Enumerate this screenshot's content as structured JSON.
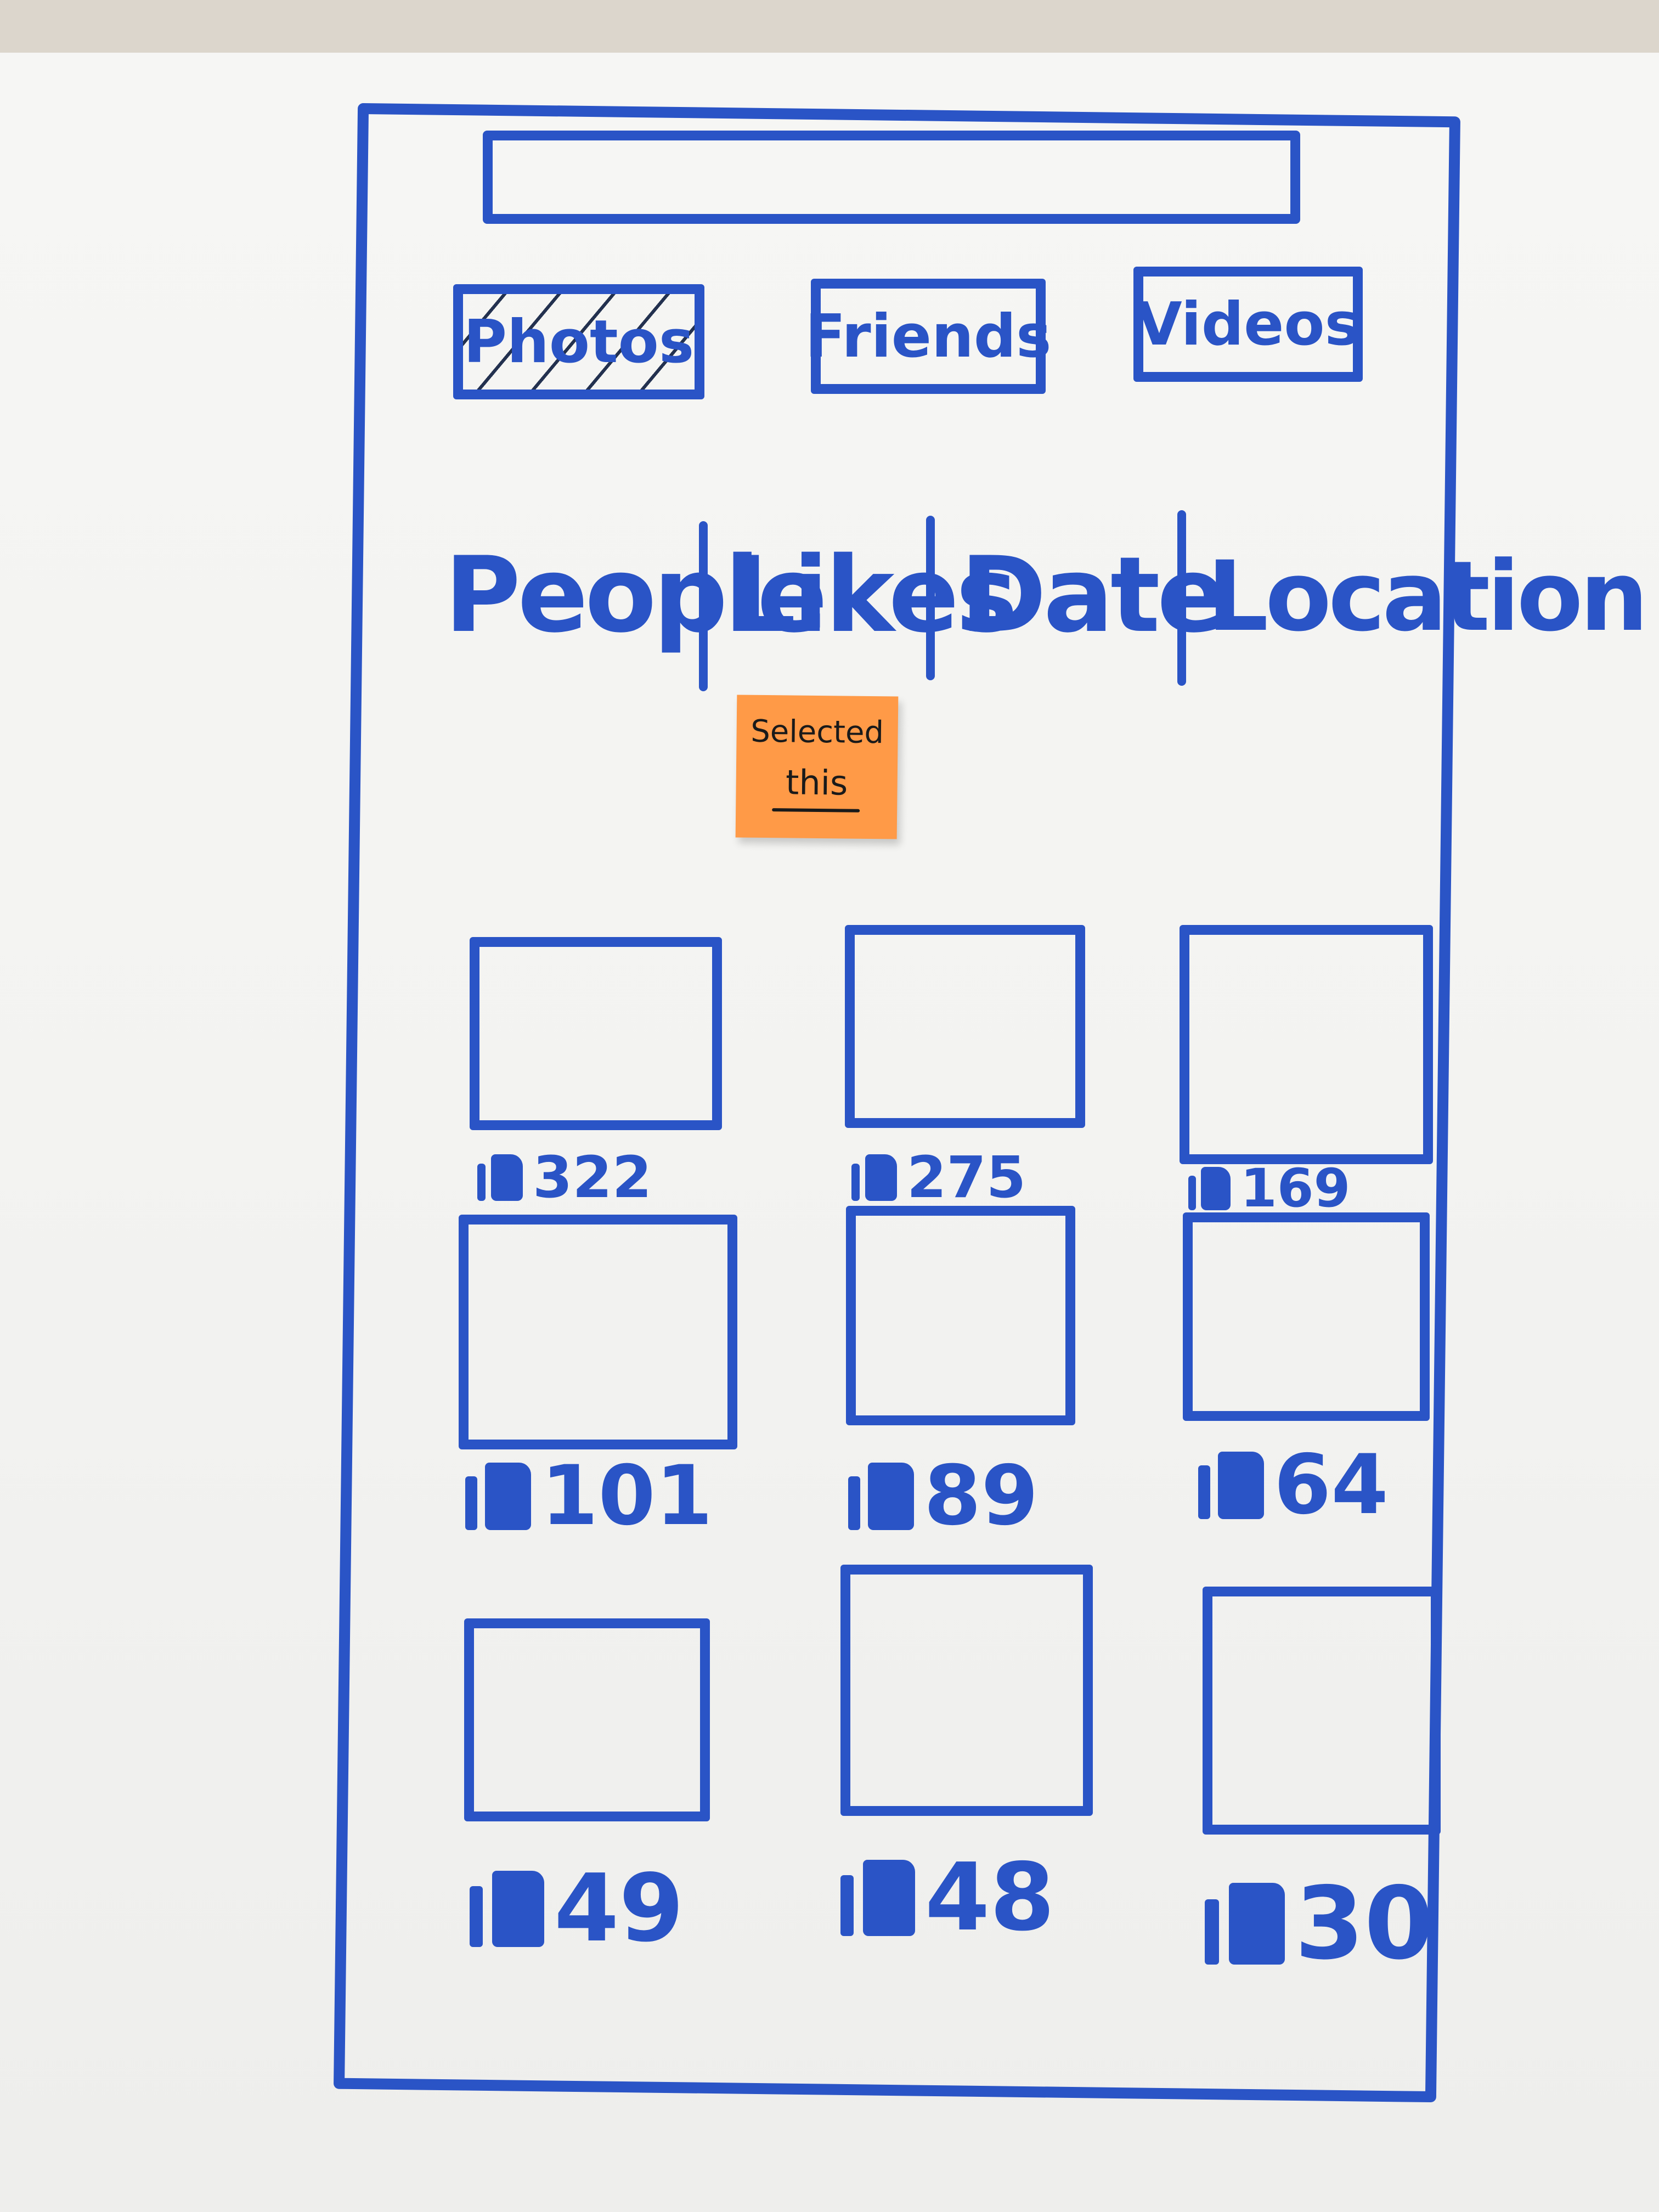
{
  "tabs": [
    {
      "label": "Photos",
      "selected": true
    },
    {
      "label": "Friends",
      "selected": false
    },
    {
      "label": "Videos",
      "selected": false
    }
  ],
  "filters": [
    "People",
    "Likes",
    "Date",
    "Location"
  ],
  "sticky_note": {
    "line1": "Selected",
    "line2": "this",
    "color": "#ff9a47"
  },
  "photos": [
    {
      "likes": "322"
    },
    {
      "likes": "275"
    },
    {
      "likes": "169"
    },
    {
      "likes": "101"
    },
    {
      "likes": "89"
    },
    {
      "likes": "64"
    },
    {
      "likes": "49"
    },
    {
      "likes": "48"
    },
    {
      "likes": "30"
    }
  ],
  "colors": {
    "ink": "#2a54c6",
    "paper": "#f3f3f1",
    "sticky": "#ff9a47"
  },
  "icons": {
    "like": "thumbs-up-icon"
  }
}
